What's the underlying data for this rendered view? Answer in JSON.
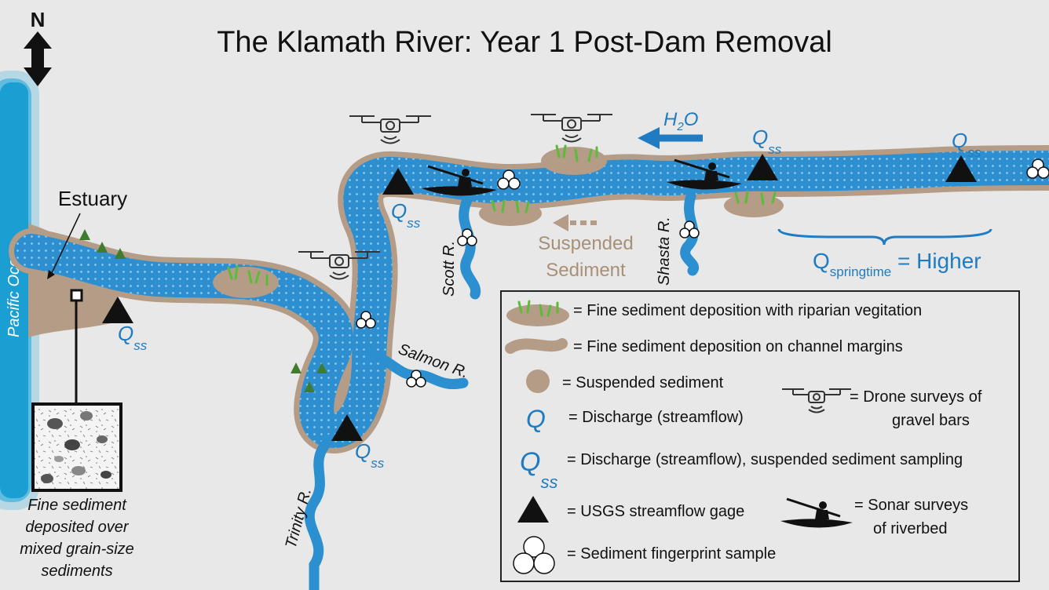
{
  "title": "The Klamath River: Year 1 Post-Dam Removal",
  "north": "N",
  "ocean_label": "Pacific Ocean",
  "estuary_label": "Estuary",
  "sample_box_caption": [
    "Fine sediment",
    "deposited over",
    "mixed grain-size",
    "sediments"
  ],
  "flow": {
    "label_main": "H",
    "label_sub": "2",
    "label_tail": "O"
  },
  "suspended_label": [
    "Suspended",
    "Sediment"
  ],
  "tributaries": {
    "scott": "Scott R.",
    "shasta": "Shasta R.",
    "salmon": "Salmon R.",
    "trinity": "Trinity R."
  },
  "qss": {
    "q": "Q",
    "sub": "ss"
  },
  "springtime": {
    "q": "Q",
    "sub": "springtime",
    "rest": " = Higher"
  },
  "legend": {
    "riparian": "= Fine sediment deposition with riparian vegitation",
    "margins": "= Fine sediment deposition on channel margins",
    "suspended": "= Suspended sediment",
    "drone_1": "= Drone surveys of",
    "drone_2": "gravel bars",
    "discharge_symbol": "Q",
    "discharge": "= Discharge (streamflow)",
    "qss_q": "Q",
    "qss_sub": "ss",
    "qss_text": "= Discharge (streamflow), suspended sediment sampling",
    "gage": "= USGS streamflow gage",
    "sonar_1": "= Sonar surveys",
    "sonar_2": "of riverbed",
    "fingerprint": "= Sediment fingerprint sample"
  },
  "colors": {
    "river": "#2b8fd0",
    "river_dark": "#1f6fb0",
    "sediment": "#b49c86",
    "grass": "#5dbb3a",
    "ocean": "#1aa6d8",
    "accent_blue": "#1f7cc2"
  }
}
